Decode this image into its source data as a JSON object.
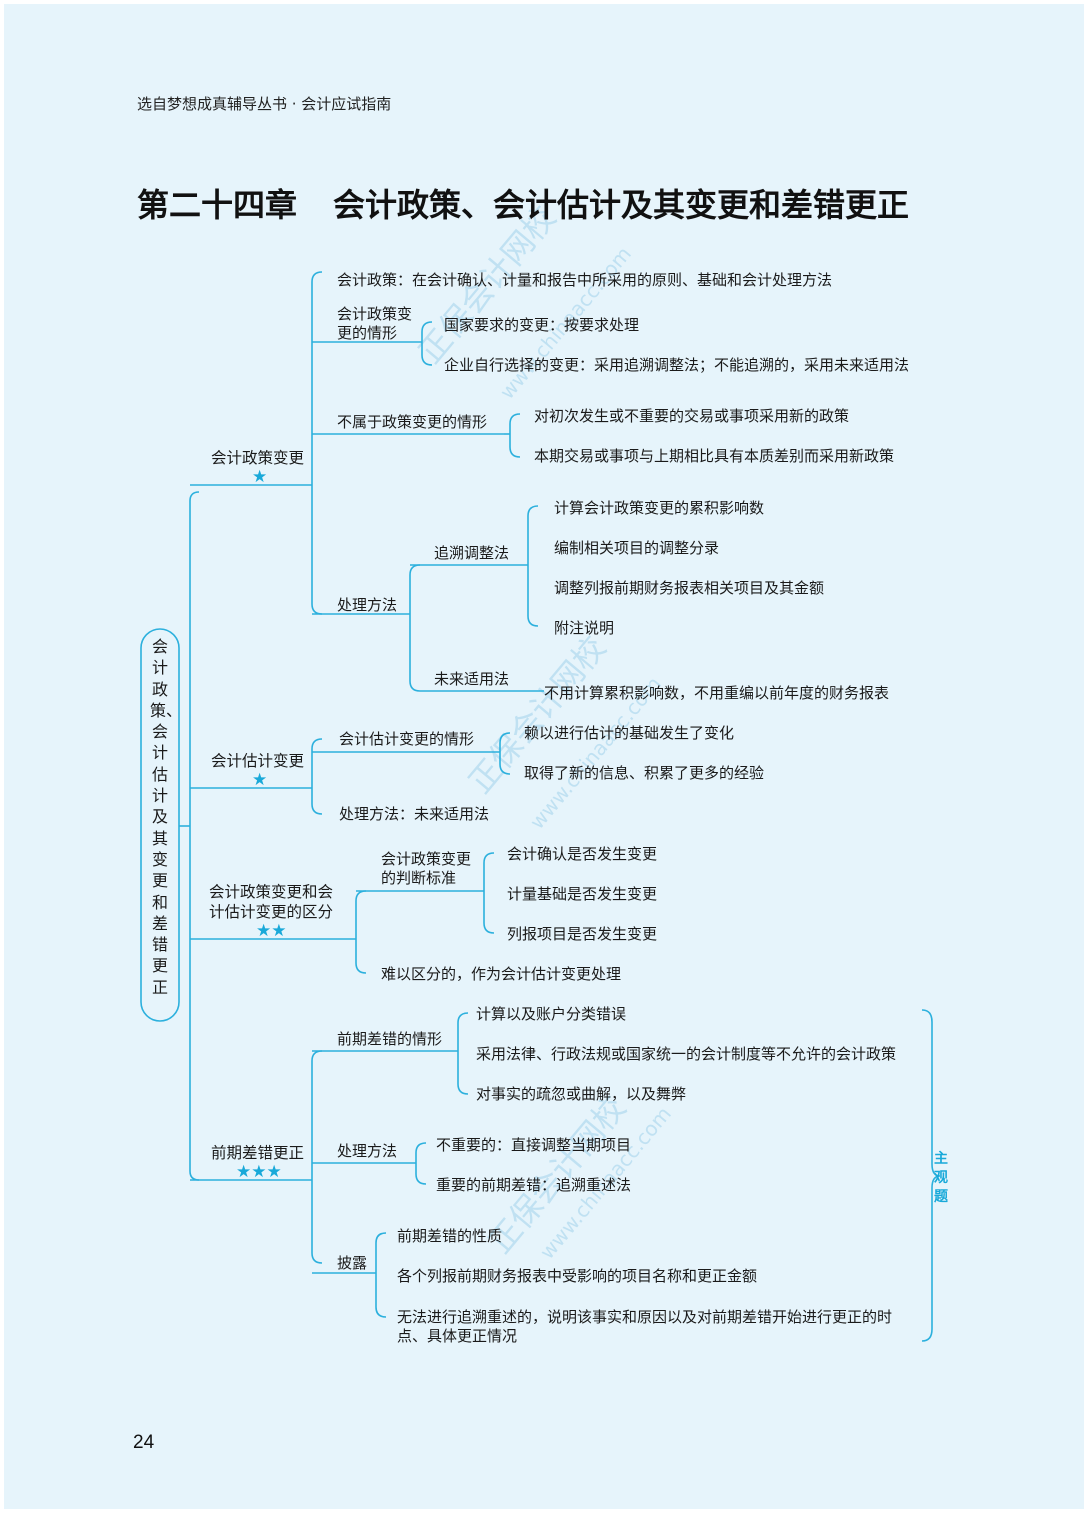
{
  "header": {
    "running": "选自梦想成真辅导丛书 · 会计应试指南"
  },
  "title": {
    "chapter": "第二十四章",
    "name": "会计政策、会计估计及其变更和差错更正"
  },
  "root": "会计政策、会计估计及其变更和差错更正",
  "policy": {
    "label": "会计政策变更",
    "stars": "★",
    "definition": "会计政策：在会计确认、计量和报告中所采用的原则、基础和会计处理方法",
    "cases": {
      "label_line1": "会计政策变",
      "label_line2": "更的情形",
      "items": [
        "国家要求的变更：按要求处理",
        "企业自行选择的变更：采用追溯调整法；不能追溯的，采用未来适用法"
      ]
    },
    "not_change": {
      "label": "不属于政策变更的情形",
      "items": [
        "对初次发生或不重要的交易或事项采用新的政策",
        "本期交易或事项与上期相比具有本质差别而采用新政策"
      ]
    },
    "treatment": {
      "label": "处理方法",
      "retro": {
        "label": "追溯调整法",
        "items": [
          "计算会计政策变更的累积影响数",
          "编制相关项目的调整分录",
          "调整列报前期财务报表相关项目及其金额",
          "附注说明"
        ]
      },
      "prosp": {
        "label": "未来适用法",
        "item": "不用计算累积影响数，不用重编以前年度的财务报表"
      }
    }
  },
  "estimate": {
    "label": "会计估计变更",
    "stars": "★",
    "cases": {
      "label": "会计估计变更的情形",
      "items": [
        "赖以进行估计的基础发生了变化",
        "取得了新的信息、积累了更多的经验"
      ]
    },
    "treatment": "处理方法：未来适用法"
  },
  "distinction": {
    "label_line1": "会计政策变更和会",
    "label_line2": "计估计变更的区分",
    "stars": "★★",
    "criteria": {
      "label_line1": "会计政策变更",
      "label_line2": "的判断标准",
      "items": [
        "会计确认是否发生变更",
        "计量基础是否发生变更",
        "列报项目是否发生变更"
      ]
    },
    "hard": "难以区分的，作为会计估计变更处理"
  },
  "error": {
    "label": "前期差错更正",
    "stars": "★★★",
    "cases": {
      "label": "前期差错的情形",
      "items": [
        "计算以及账户分类错误",
        "采用法律、行政法规或国家统一的会计制度等不允许的会计政策",
        "对事实的疏忽或曲解，以及舞弊"
      ]
    },
    "treatment": {
      "label": "处理方法",
      "items": [
        "不重要的：直接调整当期项目",
        "重要的前期差错：追溯重述法"
      ]
    },
    "disclosure": {
      "label": "披露",
      "items": {
        "0": "前期差错的性质",
        "1": "各个列报前期财务报表中受影响的项目名称和更正金额",
        "2_line1": "无法进行追溯重述的，说明该事实和原因以及对前期差错开始进行更正的时",
        "2_line2": "点、具体更正情况"
      }
    }
  },
  "tag": "主观题",
  "page_number": "24",
  "watermark": {
    "text_cn": "正保会计网校",
    "url": "www.chinaacc.com"
  }
}
